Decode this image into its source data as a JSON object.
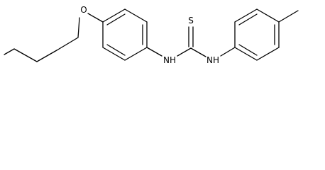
{
  "molecule": {
    "atoms": {
      "oxygen": "O",
      "sulfur": "S",
      "nh_left": "NH",
      "nh_right": "NH"
    },
    "colors": {
      "bond": "#000000",
      "label": "#000000",
      "background": "#ffffff"
    }
  }
}
